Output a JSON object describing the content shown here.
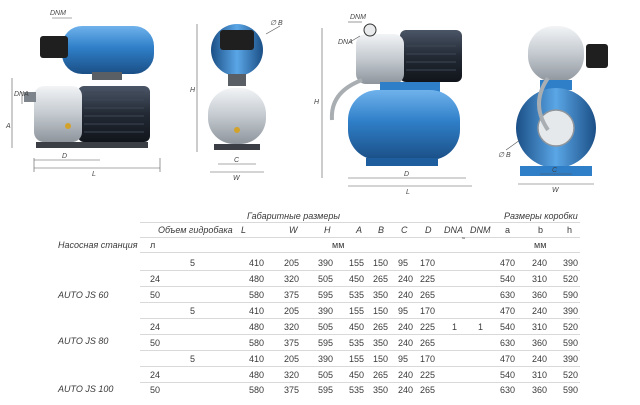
{
  "drawings": {
    "labels": {
      "dnm": "DNM",
      "dna": "DNA",
      "a": "A",
      "d": "D",
      "l": "L",
      "h": "H",
      "b": "B",
      "c": "C",
      "w": "W",
      "b_diam": "∅ B"
    },
    "colors": {
      "tank_blue": "#2f7fc8",
      "motor_dark": "#2b3340",
      "steel": "#c9ced4",
      "handle_black": "#1f1f1f",
      "dim_line": "#555555"
    }
  },
  "table": {
    "header": {
      "group_dims": "Габаритные размеры",
      "group_box": "Размеры коробки",
      "tank_volume": "Объем гидробака",
      "station": "Насосная станция",
      "unit_l": "л",
      "unit_mm": "мм",
      "unit_mm_box": "мм",
      "tick": "˜",
      "cols": [
        "L",
        "W",
        "H",
        "A",
        "B",
        "C",
        "D",
        "DNA",
        "DNM"
      ],
      "box_cols": [
        "a",
        "b",
        "h"
      ]
    },
    "rows": [
      {
        "volume": "5",
        "vals": [
          "410",
          "205",
          "390",
          "155",
          "150",
          "95",
          "170"
        ],
        "box": [
          "470",
          "240",
          "390"
        ]
      },
      {
        "volume": "24",
        "vals": [
          "480",
          "320",
          "505",
          "450",
          "265",
          "240",
          "225"
        ],
        "box": [
          "540",
          "310",
          "520"
        ]
      },
      {
        "volume": "50",
        "vals": [
          "580",
          "375",
          "595",
          "535",
          "350",
          "240",
          "265"
        ],
        "box": [
          "630",
          "360",
          "590"
        ]
      },
      {
        "volume": "5",
        "vals": [
          "410",
          "205",
          "390",
          "155",
          "150",
          "95",
          "170"
        ],
        "box": [
          "470",
          "240",
          "390"
        ]
      },
      {
        "volume": "24",
        "vals": [
          "480",
          "320",
          "505",
          "450",
          "265",
          "240",
          "225"
        ],
        "box": [
          "540",
          "310",
          "520"
        ]
      },
      {
        "volume": "50",
        "vals": [
          "580",
          "375",
          "595",
          "535",
          "350",
          "240",
          "265"
        ],
        "box": [
          "630",
          "360",
          "590"
        ]
      },
      {
        "volume": "5",
        "vals": [
          "410",
          "205",
          "390",
          "155",
          "150",
          "95",
          "170"
        ],
        "box": [
          "470",
          "240",
          "390"
        ]
      },
      {
        "volume": "24",
        "vals": [
          "480",
          "320",
          "505",
          "450",
          "265",
          "240",
          "225"
        ],
        "box": [
          "540",
          "310",
          "520"
        ]
      },
      {
        "volume": "50",
        "vals": [
          "580",
          "375",
          "595",
          "535",
          "350",
          "240",
          "265"
        ],
        "box": [
          "630",
          "360",
          "590"
        ]
      }
    ],
    "models": [
      "AUTO JS 60",
      "AUTO JS 80",
      "AUTO JS 100"
    ],
    "dna_value": "1",
    "dnm_value": "1"
  }
}
